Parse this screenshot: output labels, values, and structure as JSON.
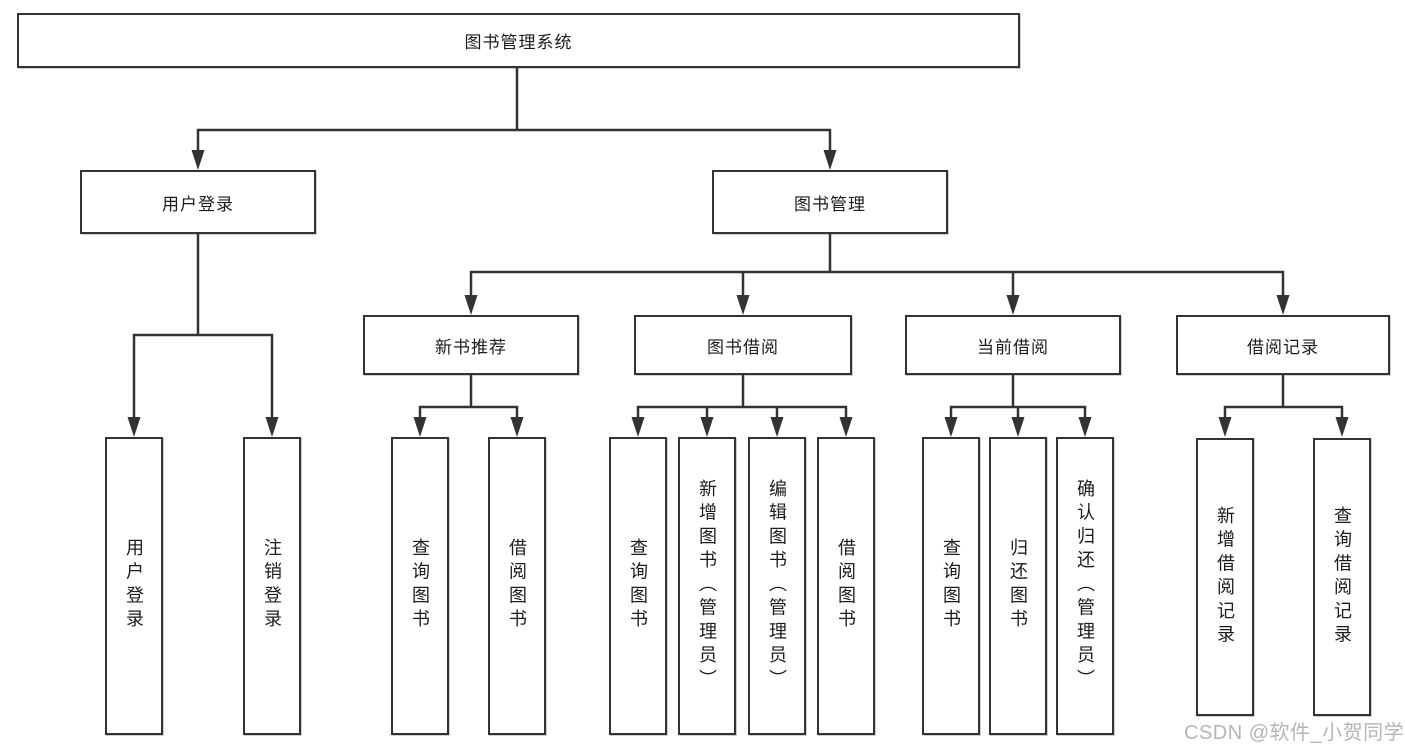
{
  "diagram": {
    "root": {
      "label": "图书管理系统"
    },
    "level1": [
      {
        "label": "用户登录"
      },
      {
        "label": "图书管理"
      }
    ],
    "level2": [
      {
        "label": "新书推荐"
      },
      {
        "label": "图书借阅"
      },
      {
        "label": "当前借阅"
      },
      {
        "label": "借阅记录"
      }
    ],
    "leaves": {
      "login": [
        "用户登录",
        "注销登录"
      ],
      "newbook": [
        "查询图书",
        "借阅图书"
      ],
      "borrow": [
        "查询图书",
        "新增图书（管理员）",
        "编辑图书（管理员）",
        "借阅图书"
      ],
      "current": [
        "查询图书",
        "归还图书",
        "确认归还（管理员）"
      ],
      "records": [
        "新增借阅记录",
        "查询借阅记录"
      ]
    },
    "watermark": "CSDN @软件_小贺同学",
    "colors": {
      "line": "#333333",
      "text": "#1c1c1c",
      "box_background": "#ffffff",
      "watermark": "#b5b5b5"
    }
  }
}
